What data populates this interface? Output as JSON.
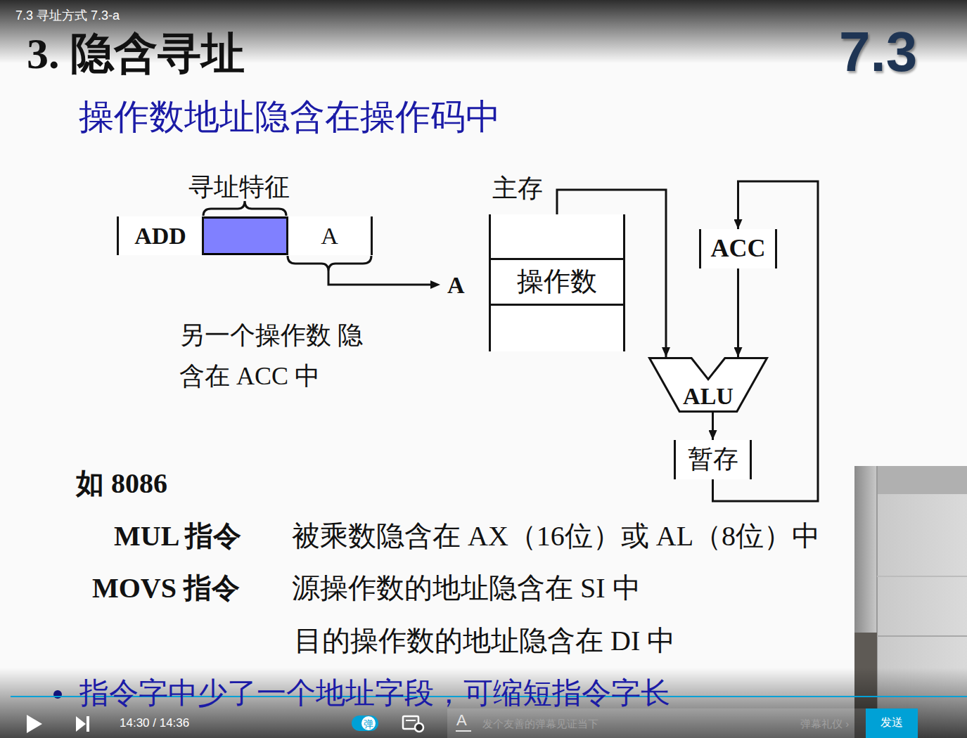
{
  "diagram": {
    "title": "3. 隐含寻址",
    "nodes": [
      {
        "text": [
          "ADD"
        ]
      },
      {
        "text": [
          "A"
        ]
      },
      {
        "text": [
          "主存"
        ]
      },
      {
        "text": [
          "操作数"
        ],
        "in": 2
      },
      {
        "text": [
          "ACC"
        ]
      },
      {
        "text": [
          "ALU"
        ]
      },
      {
        "text": [
          "暂存"
        ]
      }
    ],
    "edges": [
      {
        "from": 3,
        "to": 5,
        "arrow": "to"
      },
      {
        "from": 4,
        "to": 5,
        "arrow": "to"
      },
      {
        "from": 5,
        "to": 6,
        "arrow": "to"
      },
      {
        "from": 6,
        "to": 4,
        "arrow": "to"
      }
    ],
    "labels": [
      "7.3 寻址方式 7.3-a",
      "7.3",
      "操作数地址隐含在操作码中",
      "寻址特征",
      "A",
      "另一个操作数 隐含在 ACC 中",
      "如 8086",
      "MUL 指令",
      "被乘数隐含在 AX（16位）或 AL（8位）中",
      "MOVS 指令",
      "源操作数的地址隐含在 SI 中",
      "目的操作数的地址隐含在 DI 中",
      "指令字中少了一个地址字段，可缩短指令字长",
      "14:30 / 14:36",
      "弹",
      "A",
      "发个友善的弹幕见证当下",
      "弹幕礼仪 ›",
      "发送"
    ]
  }
}
